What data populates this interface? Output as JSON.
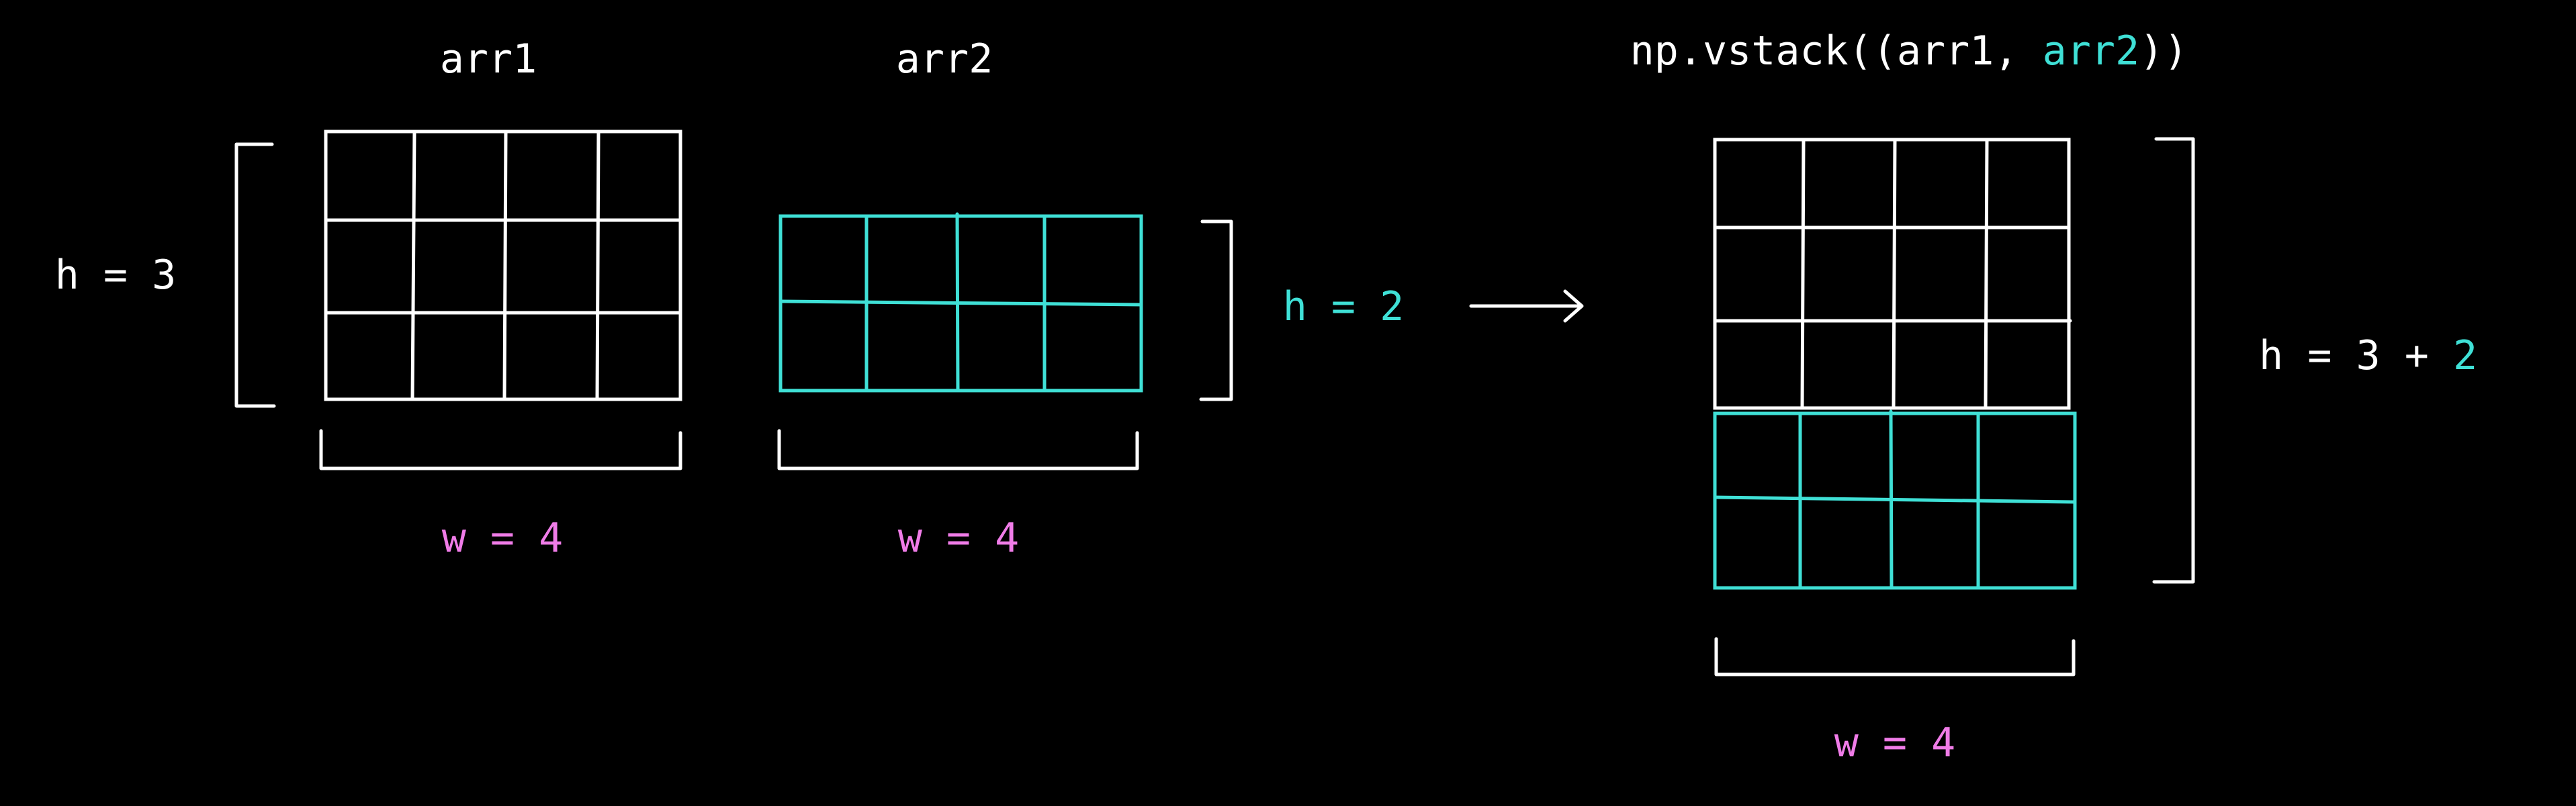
{
  "colors": {
    "background": "#000000",
    "white": "#ffffff",
    "cyan": "#3fe0d6",
    "pink": "#f07ce8"
  },
  "labels": {
    "arr1_title": "arr1",
    "arr2_title": "arr2",
    "arr1_height": "h = 3",
    "arr2_height": "h = 2",
    "arr1_width": "w = 4",
    "arr2_width": "w = 4",
    "result_width": "w = 4",
    "code_prefix": "np.vstack((arr1, ",
    "code_arg": "arr2",
    "code_suffix": "))",
    "result_height_prefix": "h = 3 + ",
    "result_height_term": "2"
  },
  "arrays": {
    "arr1": {
      "rows": 3,
      "cols": 4,
      "color": "white"
    },
    "arr2": {
      "rows": 2,
      "cols": 4,
      "color": "cyan"
    },
    "result": {
      "rows": 5,
      "cols": 4
    }
  },
  "arrow": "right-arrow"
}
